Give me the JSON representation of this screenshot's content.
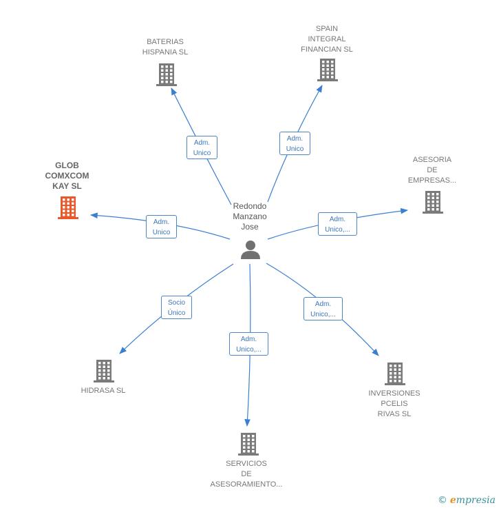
{
  "colors": {
    "edge": "#3a7fd0",
    "building": "#7a7a7a",
    "highlight": "#e8582a",
    "person": "#707070"
  },
  "center": {
    "label": "Redondo\nManzano\nJose",
    "icon": "person-icon"
  },
  "nodes": [
    {
      "id": "baterias",
      "label": "BATERIAS\nHISPANIA SL",
      "highlight": false
    },
    {
      "id": "spain",
      "label": "SPAIN\nINTEGRAL\nFINANCIAN  SL",
      "highlight": false
    },
    {
      "id": "glob",
      "label": "GLOB\nCOMXCOM\nKAY  SL",
      "highlight": true
    },
    {
      "id": "asesoria",
      "label": "ASESORIA\nDE\nEMPRESAS...",
      "highlight": false
    },
    {
      "id": "hidrasa",
      "label": "HIDRASA SL",
      "highlight": false
    },
    {
      "id": "inversiones",
      "label": "INVERSIONES\nPCELIS\nRIVAS  SL",
      "highlight": false
    },
    {
      "id": "servicios",
      "label": "SERVICIOS\nDE\nASESORAMIENTO...",
      "highlight": false
    }
  ],
  "edges": [
    {
      "to": "baterias",
      "label": "Adm.\nUnico"
    },
    {
      "to": "spain",
      "label": "Adm.\nUnico"
    },
    {
      "to": "glob",
      "label": "Adm.\nUnico"
    },
    {
      "to": "asesoria",
      "label": "Adm.\nUnico,..."
    },
    {
      "to": "hidrasa",
      "label": "Socio\nÚnico"
    },
    {
      "to": "inversiones",
      "label": "Adm.\nUnico,..."
    },
    {
      "to": "servicios",
      "label": "Adm.\nUnico,..."
    }
  ],
  "footer": {
    "copyright": "©",
    "brand_e": "e",
    "brand_rest": "mpresia"
  }
}
